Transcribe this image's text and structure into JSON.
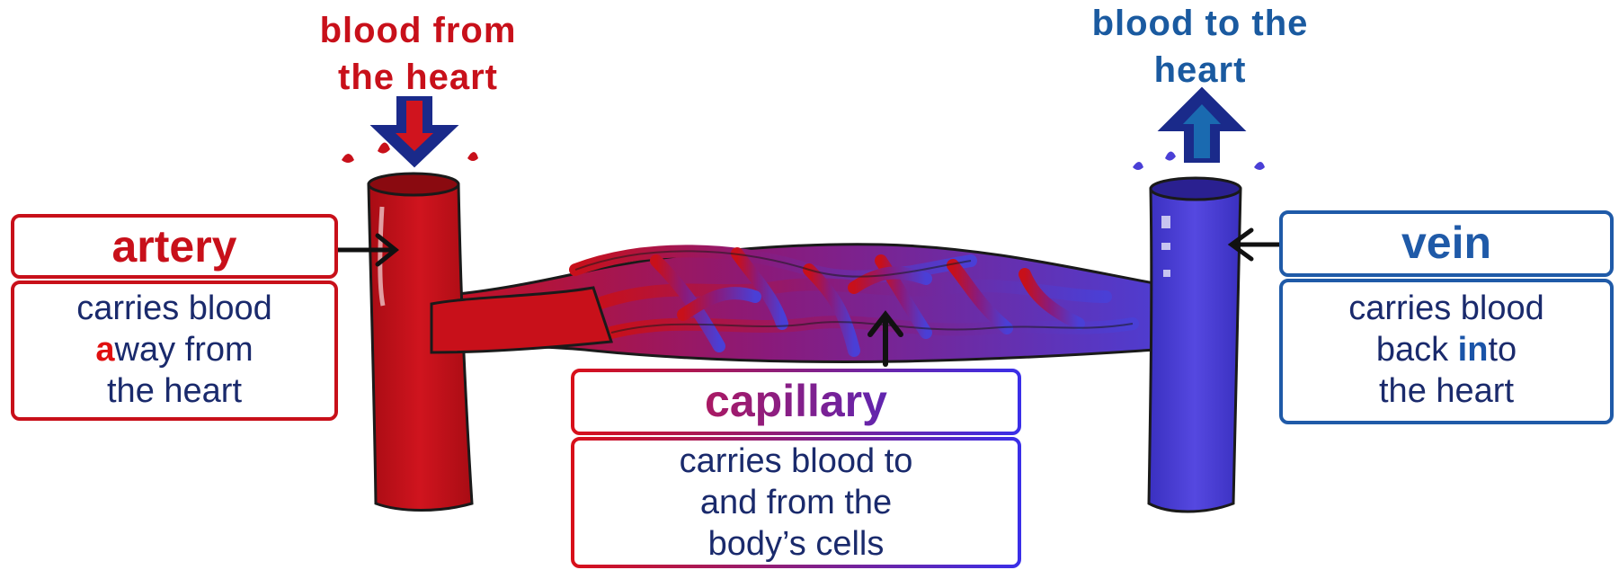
{
  "labels": {
    "blood_from_heart": [
      "blood from",
      "the heart"
    ],
    "blood_to_heart": [
      "blood to the",
      "heart"
    ]
  },
  "artery": {
    "title": "artery",
    "line1": "carries blood",
    "line2_highlight": "a",
    "line2_rest": "way from",
    "line3": "the heart"
  },
  "vein": {
    "title": "vein",
    "line1": "carries blood",
    "line2_pre": "back ",
    "line2_highlight": "in",
    "line2_post": "to",
    "line3": "the heart"
  },
  "capillary": {
    "title": "capillary",
    "line1": "carries blood to",
    "line2": "and from the",
    "line3": "body’s cells"
  },
  "colors": {
    "artery_red": "#c8101a",
    "vein_blue": "#4a3fd6",
    "navy": "#1a2a6c",
    "label_red": "#c8101a",
    "label_blue": "#1a5aa0",
    "box_red": "#c8101a",
    "box_blue": "#1f5aa8"
  }
}
